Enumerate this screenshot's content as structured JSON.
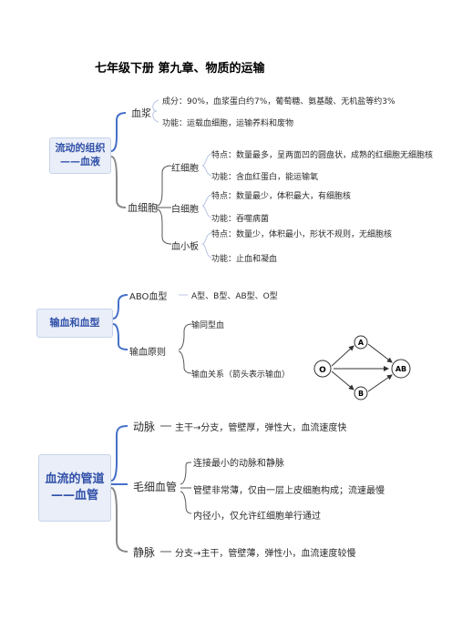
{
  "title": "七年级下册  第九章、物质的运输",
  "section1": {
    "root": [
      "流动的组织",
      "——血液"
    ],
    "plasma": {
      "label": "血浆",
      "items": [
        "成分：90%，血浆蛋白约7%，葡萄糖、氨基酸、无机盐等约3%",
        "功能：运载血细胞，运输养料和废物"
      ]
    },
    "cells": {
      "label": "血细胞",
      "rbc": {
        "label": "红细胞",
        "items": [
          "特点：数量最多，呈两面凹的圆盘状，成熟的红细胞无细胞核",
          "功能：含血红蛋白，能运输氧"
        ]
      },
      "wbc": {
        "label": "白细胞",
        "items": [
          "特点：数量最少，体积最大，有细胞核",
          "功能：吞噬病菌"
        ]
      },
      "plt": {
        "label": "血小板",
        "items": [
          "特点：数量少，体积最小，形状不规则，无细胞核",
          "功能：止血和凝血"
        ]
      }
    }
  },
  "section2": {
    "root": "输血和血型",
    "abo": {
      "label": "ABO血型",
      "value": "A型、B型、AB型、O型"
    },
    "principle": {
      "label": "输血原则",
      "items": [
        "输同型血",
        "输血关系（箭头表示输血）"
      ]
    },
    "diagram": {
      "nodes": [
        "O",
        "A",
        "B",
        "AB"
      ]
    }
  },
  "section3": {
    "root": [
      "血流的管道",
      "——血管"
    ],
    "artery": {
      "label": "动脉",
      "value": "主干→分支，管壁厚，弹性大，血流速度快"
    },
    "capillary": {
      "label": "毛细血管",
      "items": [
        "连接最小的动脉和静脉",
        "管壁非常薄，仅由一层上皮细胞构成；流速最慢",
        "内径小，仅允许红细胞单行通过"
      ]
    },
    "vein": {
      "label": "静脉",
      "value": "分支→主干，管壁薄，弹性小，血流速度较慢"
    }
  }
}
